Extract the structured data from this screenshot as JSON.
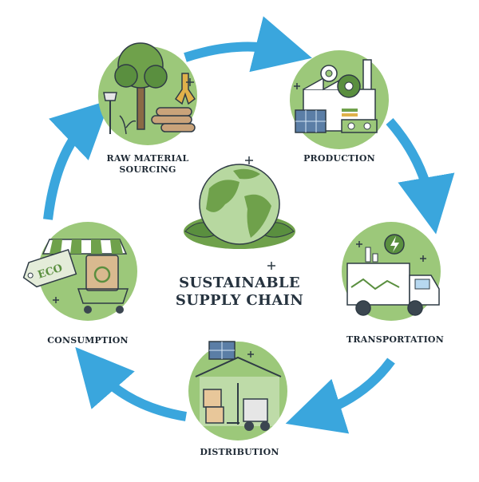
{
  "title": {
    "line1": "SUSTAINABLE",
    "line2": "SUPPLY CHAIN"
  },
  "stages": [
    {
      "id": "raw",
      "label_line1": "RAW MATERIAL",
      "label_line2": "SOURCING"
    },
    {
      "id": "production",
      "label": "PRODUCTION"
    },
    {
      "id": "transportation",
      "label": "TRANSPORTATION"
    },
    {
      "id": "distribution",
      "label": "DISTRIBUTION"
    },
    {
      "id": "consumption",
      "label": "CONSUMPTION"
    }
  ],
  "eco_tag": "ECO",
  "colors": {
    "arrow": "#3aa6dd",
    "circle": "#9cc87a",
    "dark_green": "#5a8f3f",
    "outline": "#2f3b45",
    "earth_land": "#6fa14b",
    "earth_water": "#b7d8a0"
  }
}
